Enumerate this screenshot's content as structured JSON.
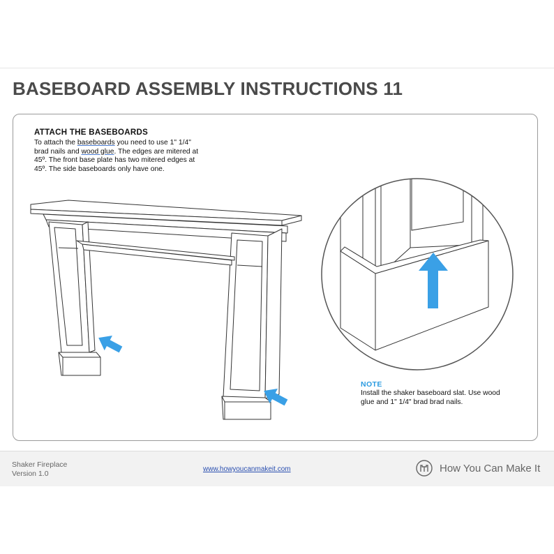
{
  "header": {
    "title": "BASEBOARD ASSEMBLY INSTRUCTIONS 11"
  },
  "step": {
    "heading": "ATTACH THE BASEBOARDS",
    "body_pre": "To attach the ",
    "body_underlined_1": "baseboards",
    "body_mid": " you need to use 1\" 1/4\" brad nails and ",
    "body_underlined_2": "wood glue",
    "body_post": ". The edges are mitered at 45º. The front base plate has two mitered edges at 45º. The side baseboards only have one."
  },
  "note": {
    "heading": "NOTE",
    "body": "Install the shaker baseboard slat. Use wood glue and 1\" 1/4\" brad brad nails."
  },
  "footer": {
    "product": "Shaker Fireplace",
    "version": "Version 1.0",
    "link": "www.howyoucanmakeit.com",
    "brand": "How You Can Make It"
  },
  "colors": {
    "accent": "#2b9be0",
    "arrow": "#3aa0e6",
    "text_gray": "#4a4a4a"
  },
  "icons": {
    "brand_logo": "frame-logo-icon",
    "arrow": "blue-arrow-icon"
  }
}
